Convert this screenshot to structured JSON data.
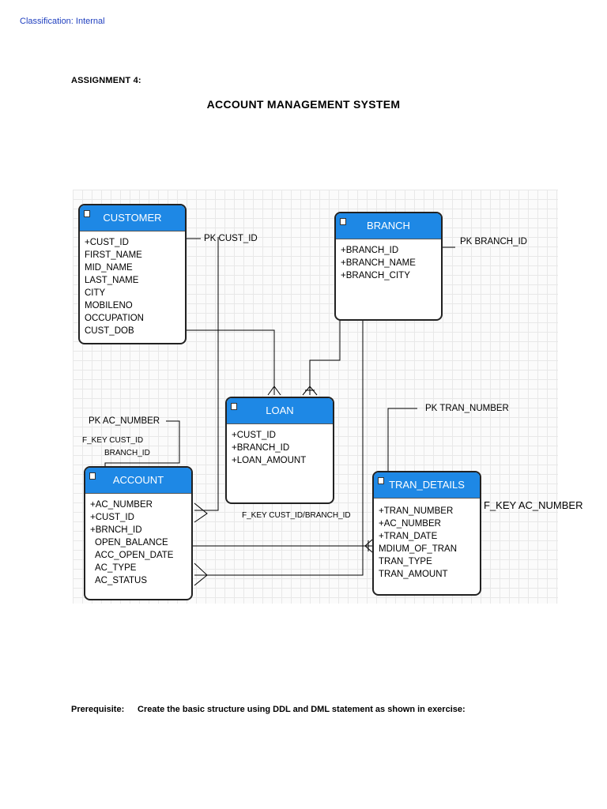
{
  "header": {
    "classification": "Classification: Internal",
    "assignment": "ASSIGNMENT 4:",
    "title": "ACCOUNT MANAGEMENT SYSTEM"
  },
  "entities": {
    "customer": {
      "name": "CUSTOMER",
      "fields": [
        "+CUST_ID",
        "FIRST_NAME",
        "MID_NAME",
        "LAST_NAME",
        "CITY",
        "MOBILENO",
        "OCCUPATION",
        "CUST_DOB"
      ]
    },
    "branch": {
      "name": "BRANCH",
      "fields": [
        "+BRANCH_ID",
        "+BRANCH_NAME",
        "+BRANCH_CITY"
      ]
    },
    "loan": {
      "name": "LOAN",
      "fields": [
        "+CUST_ID",
        "+BRANCH_ID",
        "+LOAN_AMOUNT"
      ]
    },
    "account": {
      "name": "ACCOUNT",
      "fields": [
        "+AC_NUMBER",
        "+CUST_ID",
        "+BRNCH_ID",
        "OPEN_BALANCE",
        "ACC_OPEN_DATE",
        "AC_TYPE",
        "AC_STATUS"
      ]
    },
    "tran_details": {
      "name": "TRAN_DETAILS",
      "fields": [
        "+TRAN_NUMBER",
        "+AC_NUMBER",
        "+TRAN_DATE",
        "MDIUM_OF_TRAN",
        "TRAN_TYPE",
        "TRAN_AMOUNT"
      ]
    }
  },
  "annotations": {
    "pk_cust": "PK   CUST_ID",
    "pk_branch": "PK   BRANCH_ID",
    "pk_ac": "PK   AC_NUMBER",
    "fkey_cust": "F_KEY CUST_ID",
    "fkey_branch": "BRANCH_ID",
    "pk_tran": "PK   TRAN_NUMBER",
    "fkey_loan": "F_KEY CUST_ID/BRANCH_ID",
    "fkey_tran": "F_KEY AC_NUMBER"
  },
  "prerequisite": {
    "label": "Prerequisite:",
    "text": "Create the basic structure using DDL and DML statement as shown in exercise:"
  },
  "colors": {
    "header_blue": "#1e88e5",
    "classification_blue": "#1f3fbf"
  }
}
